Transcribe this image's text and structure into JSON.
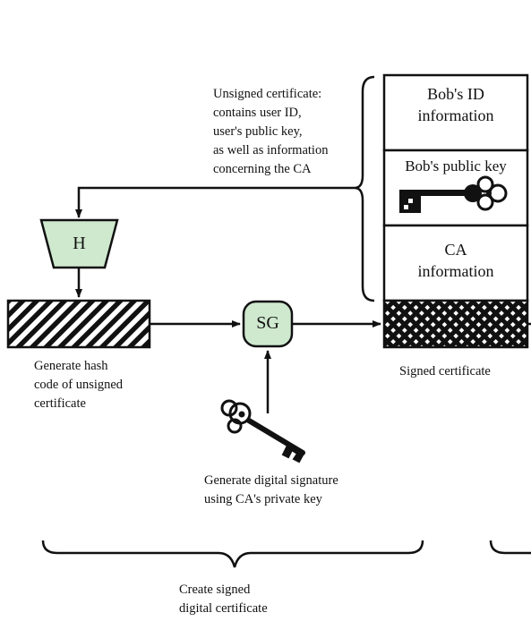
{
  "diagram": {
    "unsigned_label": "Unsigned certificate:\ncontains user ID,\nuser's public key,\nas well as information\nconcerning the CA",
    "hash_label": "H",
    "sign_label": "SG",
    "hash_caption": "Generate hash\ncode of unsigned\ncertificate",
    "signature_caption": "Generate digital signature\nusing CA's private key",
    "signed_caption": "Signed certificate",
    "bottom_caption": "Create signed\ndigital certificate",
    "certificate": {
      "id_box": "Bob's ID\ninformation",
      "pubkey_box": "Bob's public key",
      "ca_box": "CA\ninformation"
    },
    "icons": {
      "public_key": "public-key-icon",
      "private_key": "private-key-icon"
    },
    "colors": {
      "function_fill": "#cfe9cf",
      "stroke": "#111111"
    }
  }
}
